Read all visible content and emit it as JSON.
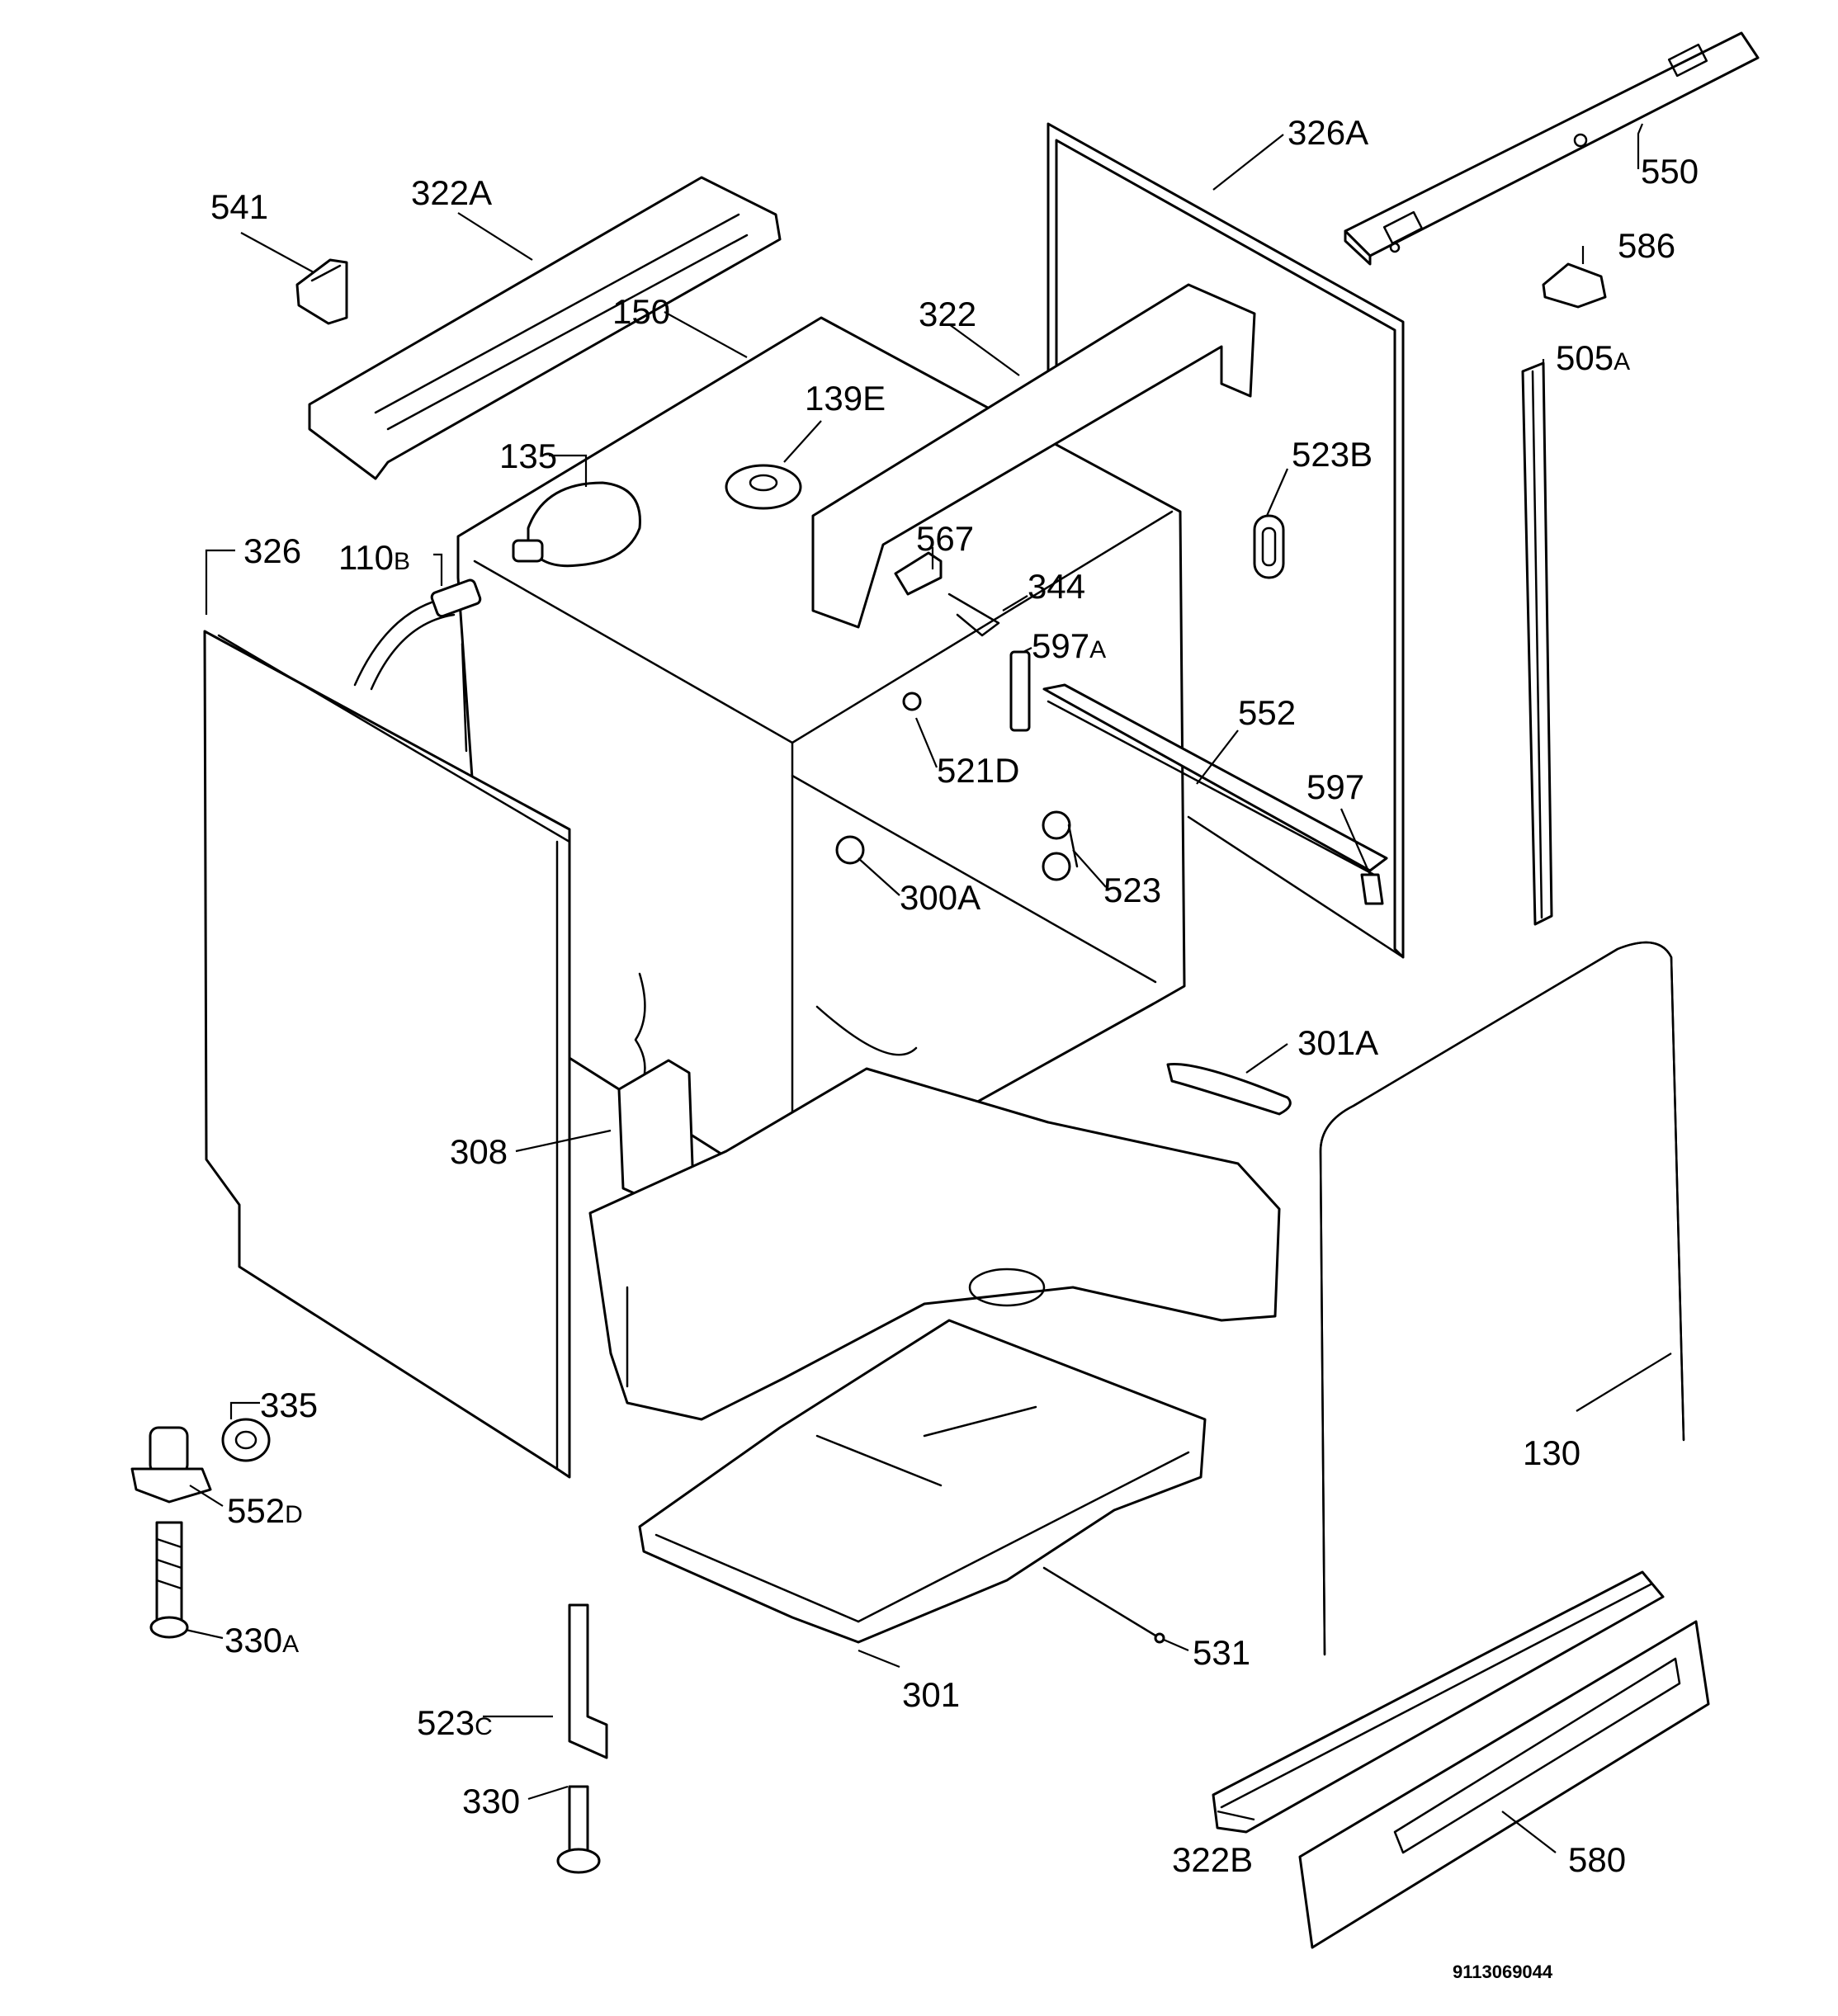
{
  "colors": {
    "ink": "#000000",
    "paper": "#ffffff"
  },
  "callouts": [
    {
      "id": "326A",
      "main": "326A",
      "suffix": ""
    },
    {
      "id": "550",
      "main": "550",
      "suffix": ""
    },
    {
      "id": "541",
      "main": "541",
      "suffix": ""
    },
    {
      "id": "322A",
      "main": "322A",
      "suffix": ""
    },
    {
      "id": "586",
      "main": "586",
      "suffix": ""
    },
    {
      "id": "150",
      "main": "150",
      "suffix": ""
    },
    {
      "id": "322",
      "main": "322",
      "suffix": ""
    },
    {
      "id": "505A",
      "main": "505",
      "suffix": "A"
    },
    {
      "id": "139E",
      "main": "139E",
      "suffix": ""
    },
    {
      "id": "135",
      "main": "135",
      "suffix": ""
    },
    {
      "id": "523B",
      "main": "523B",
      "suffix": ""
    },
    {
      "id": "326",
      "main": "326",
      "suffix": ""
    },
    {
      "id": "110B",
      "main": "110",
      "suffix": "B"
    },
    {
      "id": "567",
      "main": "567",
      "suffix": ""
    },
    {
      "id": "344",
      "main": "344",
      "suffix": ""
    },
    {
      "id": "597A",
      "main": "597",
      "suffix": "A"
    },
    {
      "id": "552",
      "main": "552",
      "suffix": ""
    },
    {
      "id": "521D",
      "main": "521D",
      "suffix": ""
    },
    {
      "id": "597",
      "main": "597",
      "suffix": ""
    },
    {
      "id": "523",
      "main": "523",
      "suffix": ""
    },
    {
      "id": "300A",
      "main": "300A",
      "suffix": ""
    },
    {
      "id": "301A",
      "main": "301A",
      "suffix": ""
    },
    {
      "id": "308",
      "main": "308",
      "suffix": ""
    },
    {
      "id": "335",
      "main": "335",
      "suffix": ""
    },
    {
      "id": "552D",
      "main": "552",
      "suffix": "D"
    },
    {
      "id": "130",
      "main": "130",
      "suffix": ""
    },
    {
      "id": "330A",
      "main": "330",
      "suffix": "A"
    },
    {
      "id": "531",
      "main": "531",
      "suffix": ""
    },
    {
      "id": "301",
      "main": "301",
      "suffix": ""
    },
    {
      "id": "523C",
      "main": "523",
      "suffix": "C"
    },
    {
      "id": "330",
      "main": "330",
      "suffix": ""
    },
    {
      "id": "322B",
      "main": "322B",
      "suffix": ""
    },
    {
      "id": "580",
      "main": "580",
      "suffix": ""
    }
  ],
  "document_number": "9113069044"
}
